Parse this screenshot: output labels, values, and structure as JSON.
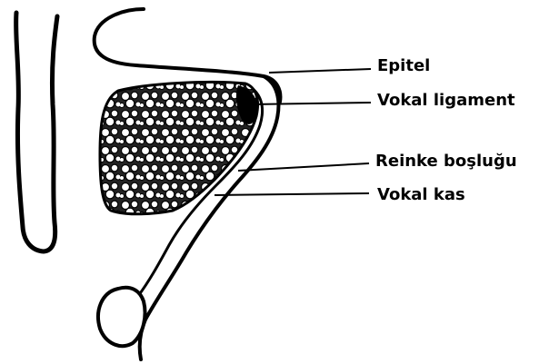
{
  "labels": {
    "epitel": "Epitel",
    "vokal_ligament": "Vokal ligament",
    "reinke": "Reinke boşluğu",
    "vokal_kas": "Vokal kas"
  },
  "colors": {
    "ink": "#000000",
    "paper": "#ffffff"
  }
}
